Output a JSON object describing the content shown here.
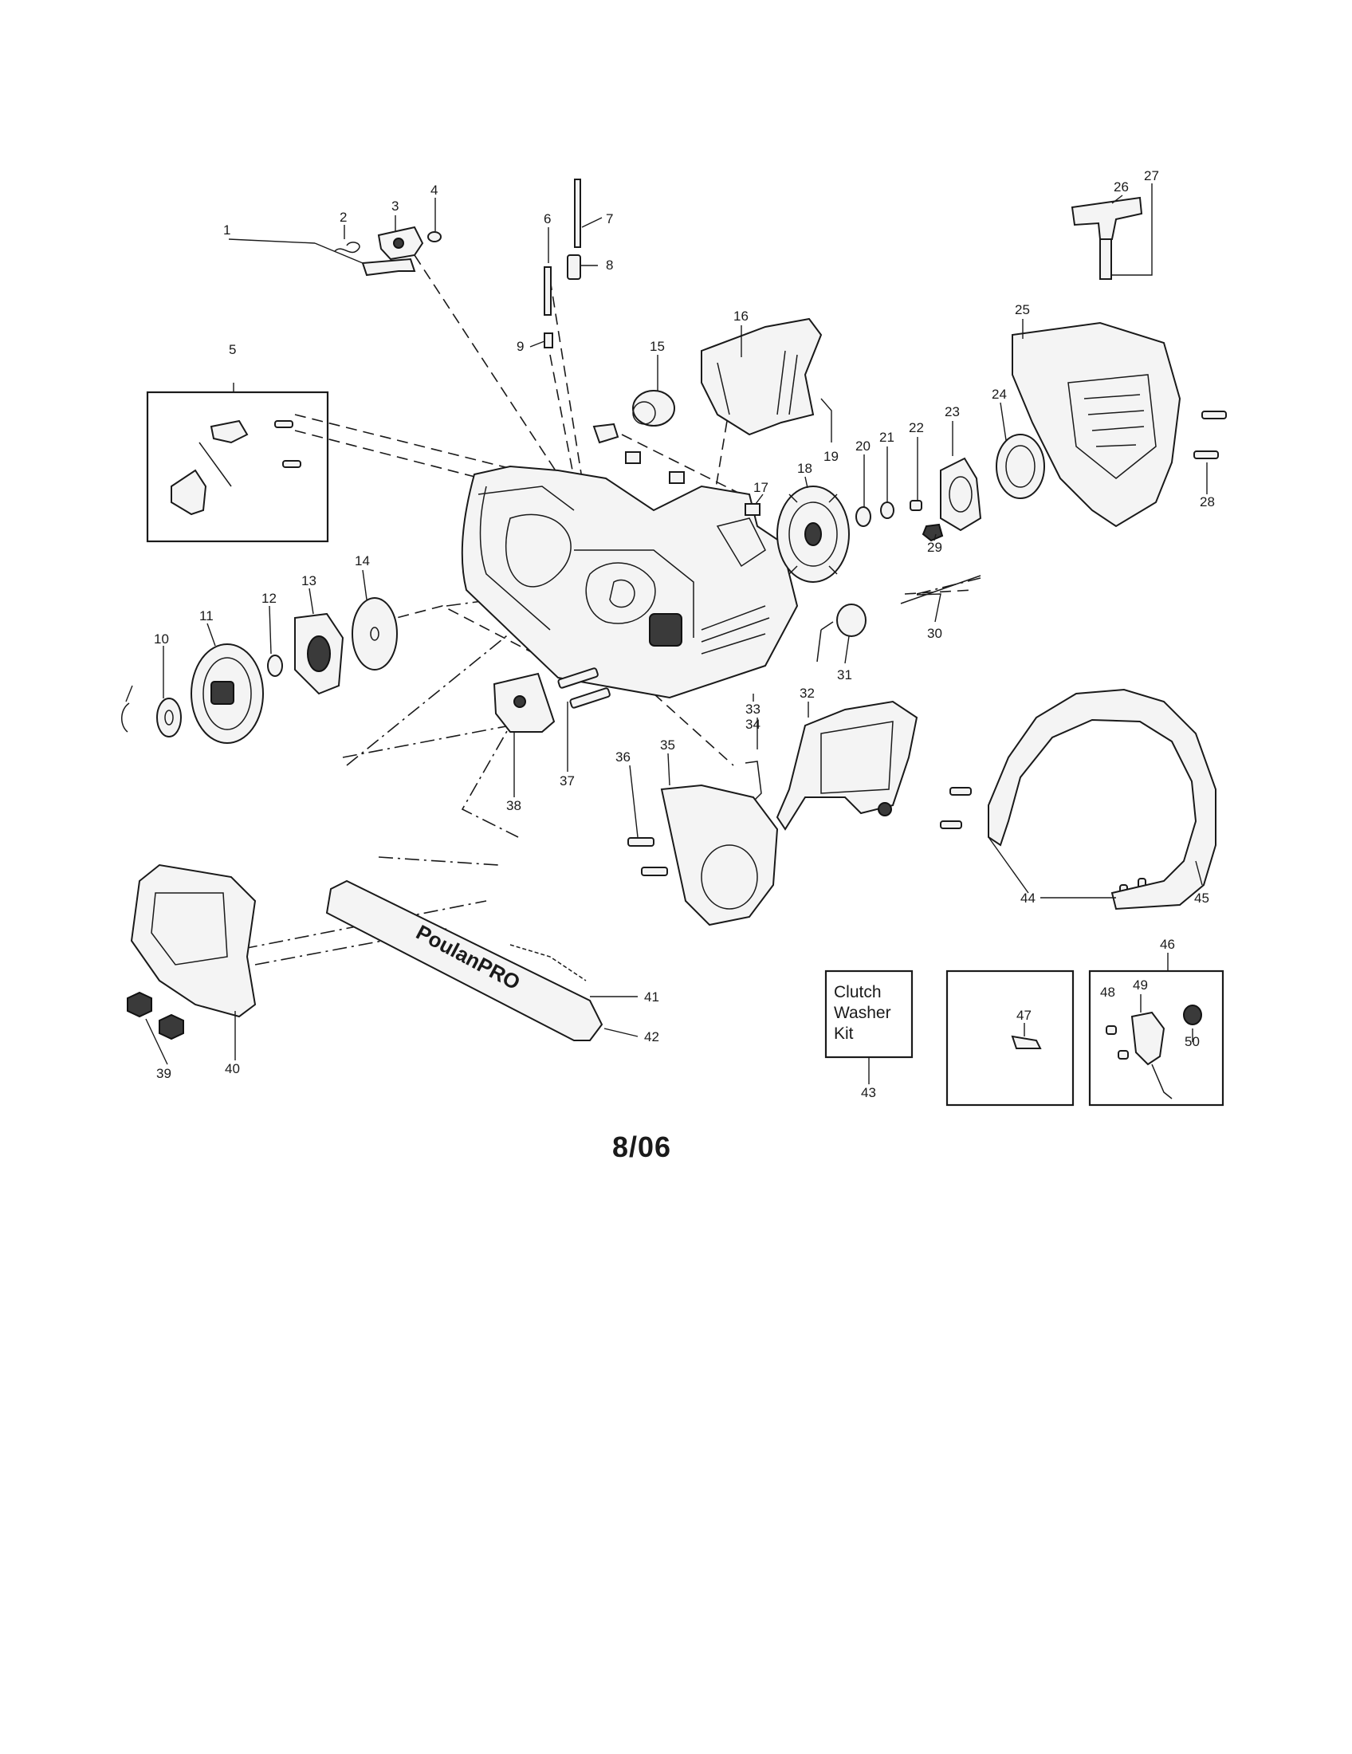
{
  "diagram": {
    "date_code": "8/06",
    "brand_text": "PoulanPRO",
    "kit_box_text": [
      "Clutch",
      "Washer",
      "Kit"
    ],
    "part_labels": [
      "1",
      "2",
      "3",
      "4",
      "5",
      "6",
      "7",
      "8",
      "9",
      "10",
      "11",
      "12",
      "13",
      "14",
      "15",
      "16",
      "17",
      "18",
      "19",
      "20",
      "21",
      "22",
      "23",
      "24",
      "25",
      "26",
      "27",
      "28",
      "29",
      "30",
      "31",
      "32",
      "33",
      "34",
      "35",
      "36",
      "37",
      "38",
      "39",
      "40",
      "41",
      "42",
      "43",
      "44",
      "45",
      "46",
      "47",
      "48",
      "49",
      "50"
    ]
  }
}
